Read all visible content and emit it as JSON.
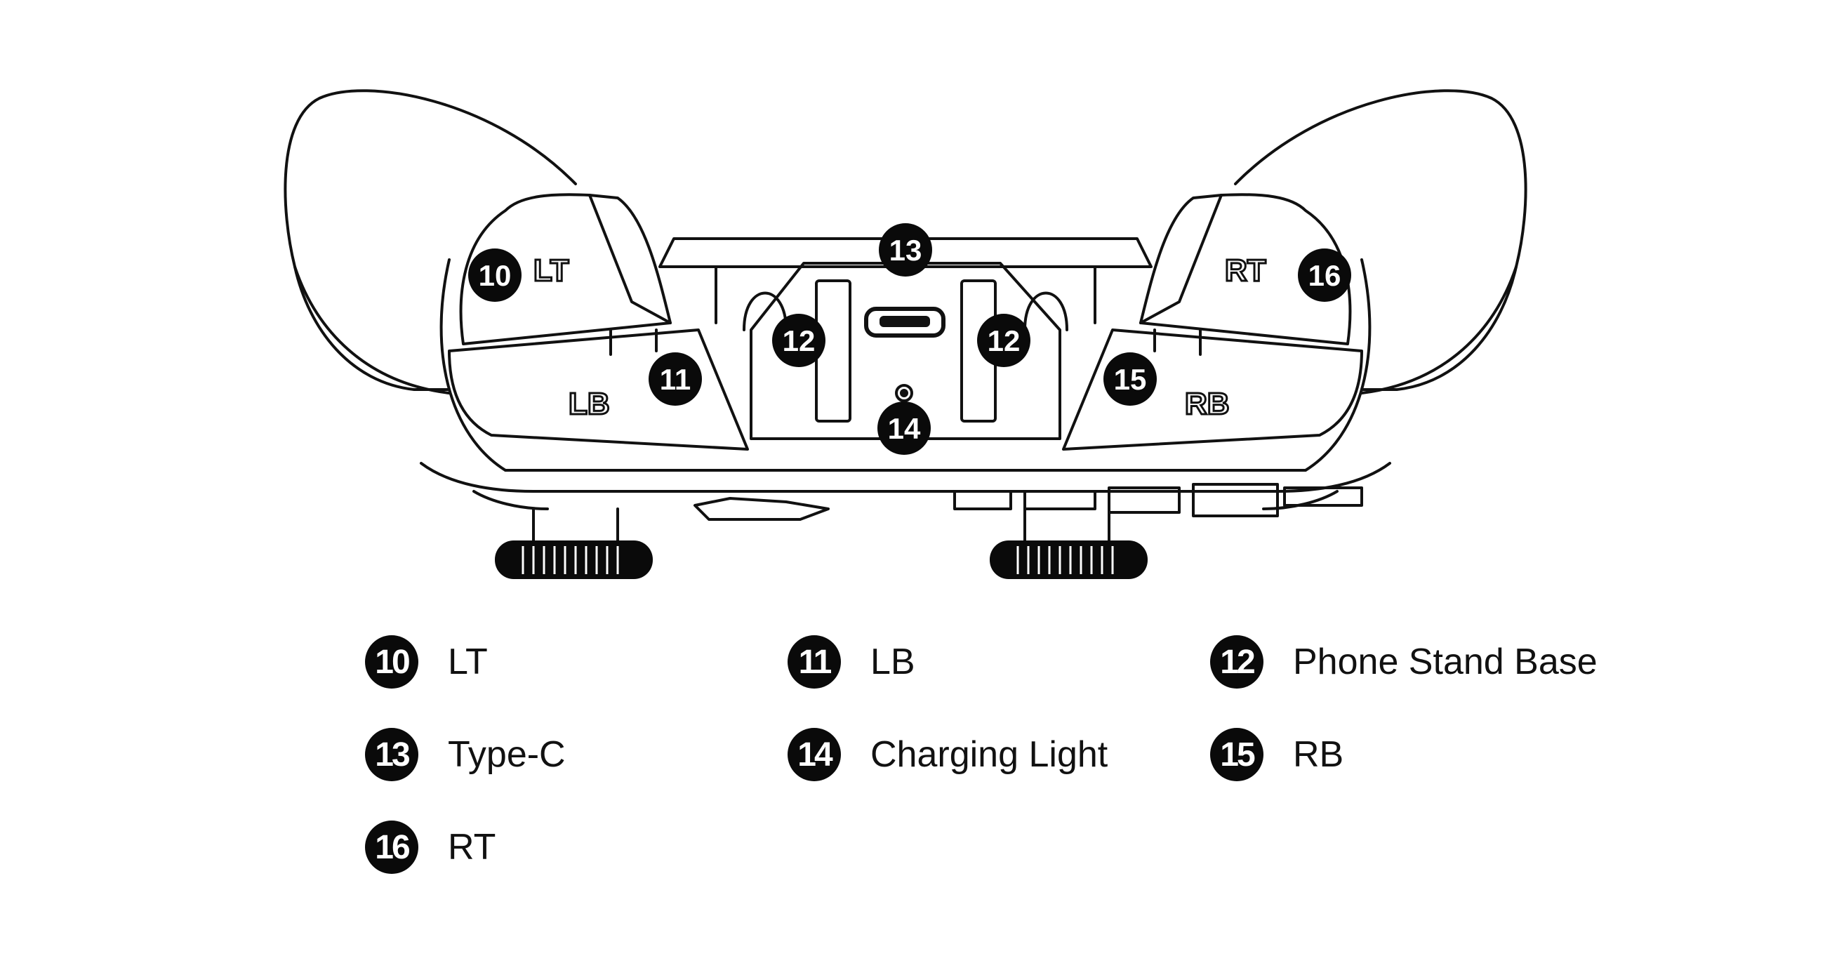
{
  "callouts": [
    {
      "id": "10",
      "label": "LT"
    },
    {
      "id": "11",
      "label": "LB"
    },
    {
      "id": "12",
      "label": "Phone Stand Base"
    },
    {
      "id": "13",
      "label": "Type-C"
    },
    {
      "id": "14",
      "label": "Charging Light"
    },
    {
      "id": "15",
      "label": "RB"
    },
    {
      "id": "16",
      "label": "RT"
    }
  ],
  "device_labels": {
    "lt": "LT",
    "lb": "LB",
    "rt": "RT",
    "rb": "RB"
  },
  "colors": {
    "line": "#111111",
    "badge": "#0a0a0a",
    "badge_text": "#ffffff"
  }
}
